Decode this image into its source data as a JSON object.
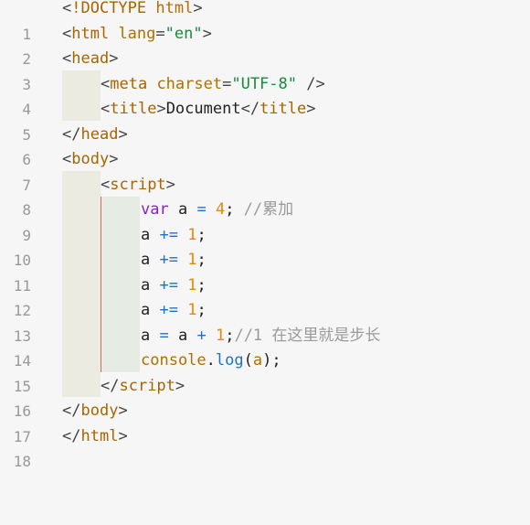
{
  "editor": {
    "line_numbers": [
      "1",
      "2",
      "3",
      "4",
      "5",
      "6",
      "7",
      "8",
      "9",
      "10",
      "11",
      "12",
      "13",
      "14",
      "15",
      "16",
      "17",
      "18"
    ],
    "lines": {
      "l1": [
        "<",
        "!DOCTYPE",
        " html",
        ">"
      ],
      "l2": [
        "<",
        "html",
        " lang",
        "=",
        "\"en\"",
        ">"
      ],
      "l3": [
        "<",
        "head",
        ">"
      ],
      "l4": [
        "<",
        "meta",
        " charset",
        "=",
        "\"UTF-8\"",
        " />"
      ],
      "l5": [
        "<",
        "title",
        ">",
        "Document",
        "</",
        "title",
        ">"
      ],
      "l6": [
        "</",
        "head",
        ">"
      ],
      "l7": [
        "<",
        "body",
        ">"
      ],
      "l8": [
        "<",
        "script",
        ">"
      ],
      "l9": [
        "var",
        " a ",
        "=",
        " ",
        "4",
        "; ",
        "//累加"
      ],
      "l10": [
        "a ",
        "+=",
        " ",
        "1",
        ";"
      ],
      "l11": [
        "a ",
        "+=",
        " ",
        "1",
        ";"
      ],
      "l12": [
        "a ",
        "+=",
        " ",
        "1",
        ";"
      ],
      "l13": [
        "a ",
        "+=",
        " ",
        "1",
        ";"
      ],
      "l14": [
        "a ",
        "=",
        " a ",
        "+",
        " ",
        "1",
        ";",
        "//1 在这里就是步长"
      ],
      "l15": [
        "console",
        ".",
        "log",
        "(",
        "a",
        ");"
      ],
      "l16": [
        "</",
        "script",
        ">"
      ],
      "l17": [
        "</",
        "body",
        ">"
      ],
      "l18": [
        "</",
        "html",
        ">"
      ]
    }
  },
  "colors": {
    "background": "#f6f6f6",
    "tag": "#a86400",
    "string": "#1a8a3a",
    "keyword": "#8e1fc6",
    "operator": "#1e73c8",
    "number": "#e08a0c",
    "comment": "#9a9a9a",
    "line_number": "#999999"
  }
}
